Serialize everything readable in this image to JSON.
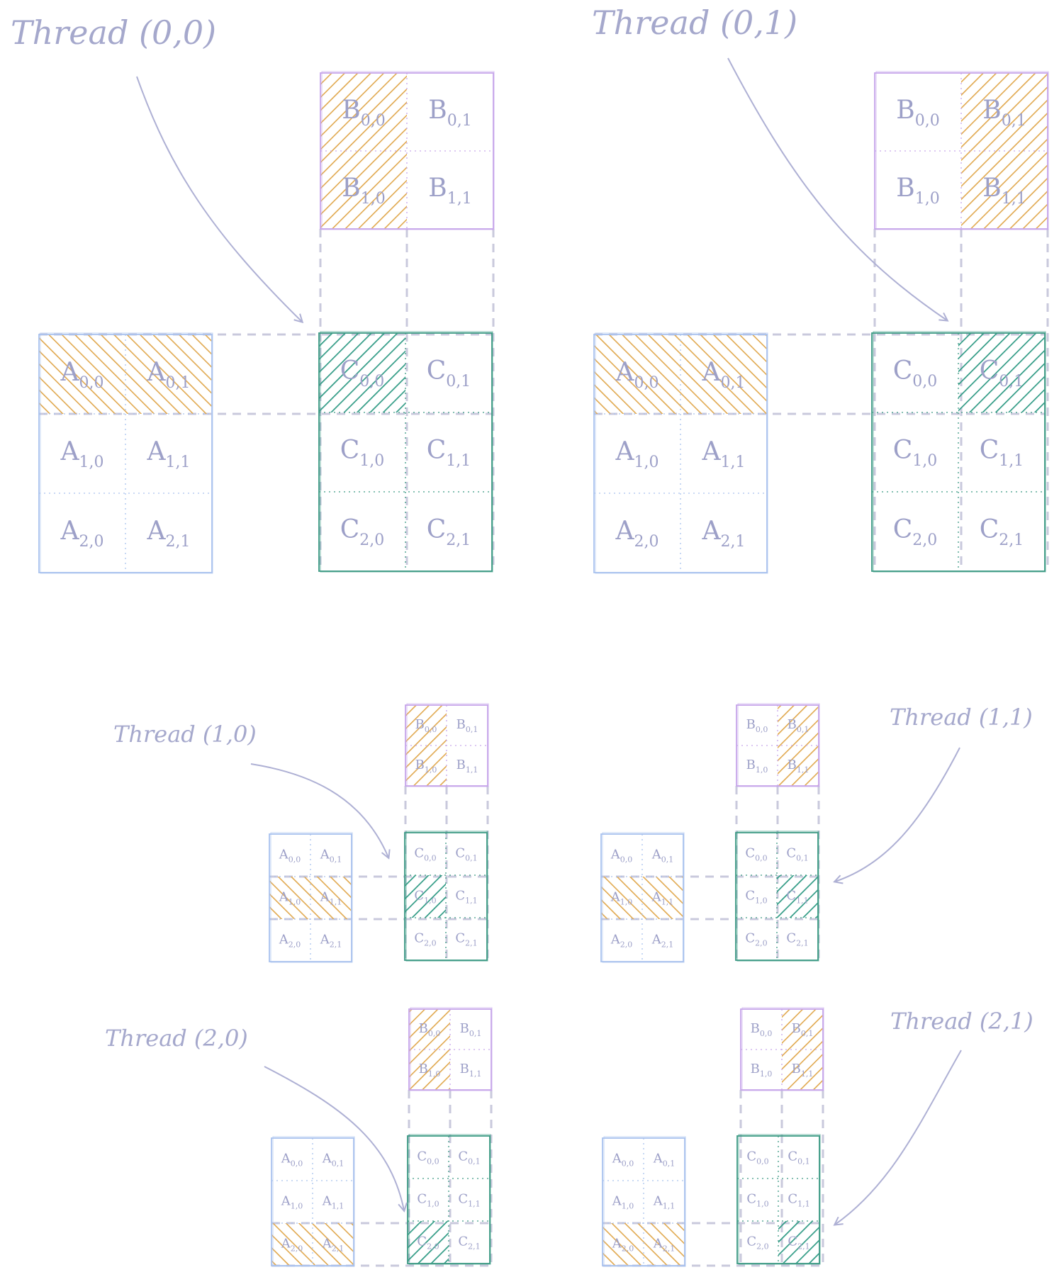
{
  "colors": {
    "matrix_a": "#a9c2ee",
    "matrix_b": "#c6a6ea",
    "matrix_c": "#3c9a84",
    "hatch_input": "#e0a84e",
    "hatch_output": "#2f9a84",
    "label_text": "#a5a8cc",
    "guide_dashes": "#c9c9dc",
    "arrow": "#aeb0d4"
  },
  "panels": [
    {
      "thread_label": "Thread (0,0)",
      "thread": [
        0,
        0
      ],
      "matrices": {
        "B": [
          [
            "B0,0",
            "B0,1"
          ],
          [
            "B1,0",
            "B1,1"
          ]
        ],
        "A": [
          [
            "A0,0",
            "A0,1"
          ],
          [
            "A1,0",
            "A1,1"
          ],
          [
            "A2,0",
            "A2,1"
          ]
        ],
        "C": [
          [
            "C0,0",
            "C0,1"
          ],
          [
            "C1,0",
            "C1,1"
          ],
          [
            "C2,0",
            "C2,1"
          ]
        ]
      }
    },
    {
      "thread_label": "Thread (0,1)",
      "thread": [
        0,
        1
      ],
      "matrices": {
        "B": [
          [
            "B0,0",
            "B0,1"
          ],
          [
            "B1,0",
            "B1,1"
          ]
        ],
        "A": [
          [
            "A0,0",
            "A0,1"
          ],
          [
            "A1,0",
            "A1,1"
          ],
          [
            "A2,0",
            "A2,1"
          ]
        ],
        "C": [
          [
            "C0,0",
            "C0,1"
          ],
          [
            "C1,0",
            "C1,1"
          ],
          [
            "C2,0",
            "C2,1"
          ]
        ]
      }
    },
    {
      "thread_label": "Thread (1,0)",
      "thread": [
        1,
        0
      ],
      "matrices": {
        "B": [
          [
            "B0,0",
            "B0,1"
          ],
          [
            "B1,0",
            "B1,1"
          ]
        ],
        "A": [
          [
            "A0,0",
            "A0,1"
          ],
          [
            "A1,0",
            "A1,1"
          ],
          [
            "A2,0",
            "A2,1"
          ]
        ],
        "C": [
          [
            "C0,0",
            "C0,1"
          ],
          [
            "C1,0",
            "C1,1"
          ],
          [
            "C2,0",
            "C2,1"
          ]
        ]
      }
    },
    {
      "thread_label": "Thread (1,1)",
      "thread": [
        1,
        1
      ],
      "matrices": {
        "B": [
          [
            "B0,0",
            "B0,1"
          ],
          [
            "B1,0",
            "B1,1"
          ]
        ],
        "A": [
          [
            "A0,0",
            "A0,1"
          ],
          [
            "A1,0",
            "A1,1"
          ],
          [
            "A2,0",
            "A2,1"
          ]
        ],
        "C": [
          [
            "C0,0",
            "C0,1"
          ],
          [
            "C1,0",
            "C1,1"
          ],
          [
            "C2,0",
            "C2,1"
          ]
        ]
      }
    },
    {
      "thread_label": "Thread (2,0)",
      "thread": [
        2,
        0
      ],
      "matrices": {
        "B": [
          [
            "B0,0",
            "B0,1"
          ],
          [
            "B1,0",
            "B1,1"
          ]
        ],
        "A": [
          [
            "A0,0",
            "A0,1"
          ],
          [
            "A1,0",
            "A1,1"
          ],
          [
            "A2,0",
            "A2,1"
          ]
        ],
        "C": [
          [
            "C0,0",
            "C0,1"
          ],
          [
            "C1,0",
            "C1,1"
          ],
          [
            "C2,0",
            "C2,1"
          ]
        ]
      }
    },
    {
      "thread_label": "Thread (2,1)",
      "thread": [
        2,
        1
      ],
      "matrices": {
        "B": [
          [
            "B0,0",
            "B0,1"
          ],
          [
            "B1,0",
            "B1,1"
          ]
        ],
        "A": [
          [
            "A0,0",
            "A0,1"
          ],
          [
            "A1,0",
            "A1,1"
          ],
          [
            "A2,0",
            "A2,1"
          ]
        ],
        "C": [
          [
            "C0,0",
            "C0,1"
          ],
          [
            "C1,0",
            "C1,1"
          ],
          [
            "C2,0",
            "C2,1"
          ]
        ]
      }
    }
  ]
}
